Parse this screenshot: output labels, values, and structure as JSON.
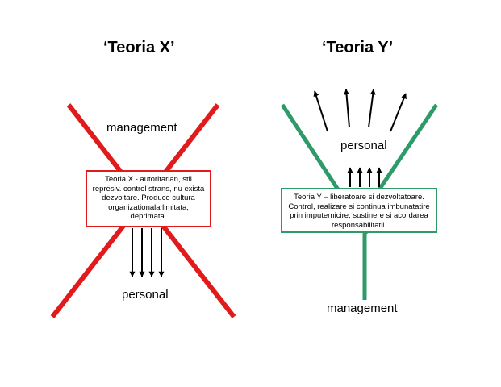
{
  "colors": {
    "theory_x": "#e11b1b",
    "theory_y": "#2e9a68",
    "arrows": "#000000"
  },
  "theory_x": {
    "title": "‘Teoria X’",
    "top_label": "management",
    "bottom_label": "personal",
    "description": "Teoria X - autoritarian, stil represiv. control strans, nu exista dezvoltare. Produce cultura organizationala limitata, deprimata."
  },
  "theory_y": {
    "title": "‘Teoria Y’",
    "top_label": "personal",
    "bottom_label": "management",
    "description": "Teoria Y – liberatoare si dezvoltatoare. Control, realizare si continua imbunatatire prin imputernicire, sustinere si acordarea responsabilitatii."
  }
}
